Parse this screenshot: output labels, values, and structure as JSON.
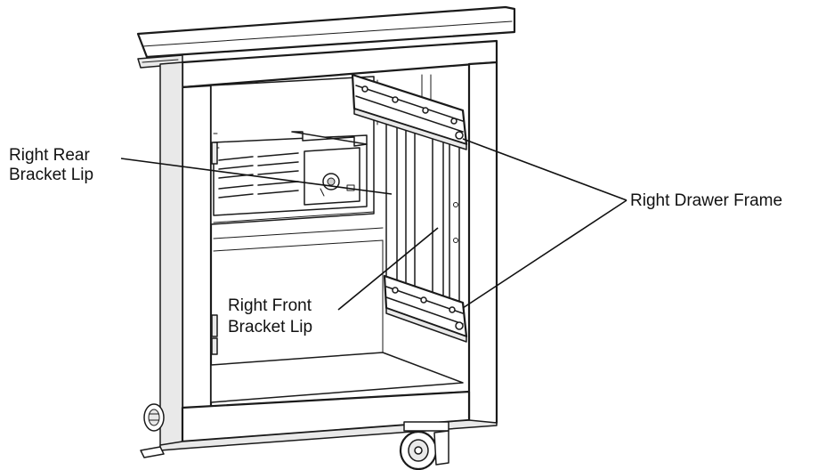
{
  "labels": {
    "rear_lip": [
      "Right Rear",
      "Bracket Lip"
    ],
    "front_lip": [
      "Right Front",
      "Bracket Lip"
    ],
    "drawer_frame": "Right Drawer Frame"
  }
}
